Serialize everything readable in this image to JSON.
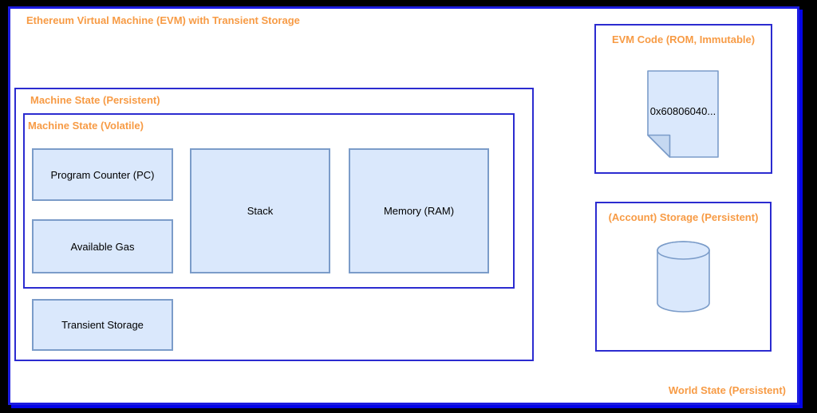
{
  "diagram": {
    "title": "Ethereum Virtual Machine (EVM) with Transient Storage",
    "machine_state_persistent": {
      "label": "Machine State (Persistent)",
      "machine_state_volatile": {
        "label": "Machine State (Volatile)",
        "program_counter": "Program Counter (PC)",
        "available_gas": "Available Gas",
        "stack": "Stack",
        "memory": "Memory (RAM)"
      },
      "transient_storage": "Transient Storage"
    },
    "evm_code": {
      "label": "EVM Code (ROM, Immutable)",
      "bytecode": "0x60806040...",
      "icon": "note-icon"
    },
    "account_storage": {
      "label": "(Account) Storage (Persistent)",
      "icon": "database-icon"
    },
    "world_state_label": "World State (Persistent)"
  },
  "colors": {
    "background": "#000000",
    "panel_border_blue": "#1c1ce0",
    "container_border_blue": "#2b2bd0",
    "accent_orange": "#f79b45",
    "node_fill": "#dae8fc",
    "node_border": "#7b9cc9",
    "note_fold_fill": "#c5d8f1",
    "text": "#000000"
  }
}
